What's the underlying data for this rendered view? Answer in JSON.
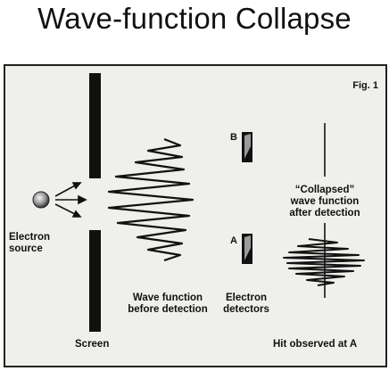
{
  "title": "Wave-function Collapse",
  "figure": {
    "label": "Fig. 1",
    "labels": {
      "electron_source": "Electron\nsource",
      "screen": "Screen",
      "wave_before": "Wave function\nbefore detection",
      "detectors": "Electron\ndetectors",
      "collapsed": "“Collapsed”\nwave function\nafter detection",
      "hit": "Hit observed at A"
    },
    "detector_letters": {
      "b": "B",
      "a": "A"
    }
  }
}
